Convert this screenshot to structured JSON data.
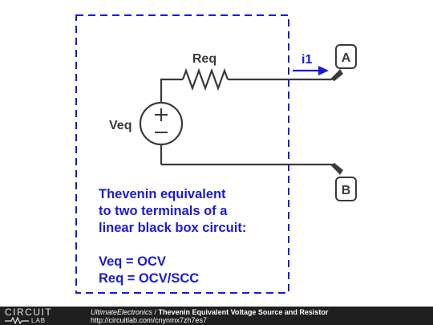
{
  "diagram": {
    "labels": {
      "resistor": "Req",
      "source": "Veq",
      "current": "i1",
      "terminal_a": "A",
      "terminal_b": "B",
      "source_plus": "+",
      "source_minus": "−"
    },
    "note_lines": [
      "Thevenin equivalent",
      "to two terminals of a",
      "linear black box circuit:",
      "",
      "Veq = OCV",
      "Req = OCV/SCC"
    ],
    "colors": {
      "wire": "#3a3a3a",
      "box": "#1a1ad6",
      "note": "#1a1ad6",
      "current_arrow": "#1a1ad6",
      "footer_bg": "#1f1f1f"
    }
  },
  "footer": {
    "logo_top": "CIRCUIT",
    "logo_bottom": "LAB",
    "author": "UltimateElectronics",
    "separator": " / ",
    "title": "Thevenin Equivalent Voltage Source and Resistor",
    "url": "http://circuitlab.com/cnynmx7zh7es7"
  }
}
